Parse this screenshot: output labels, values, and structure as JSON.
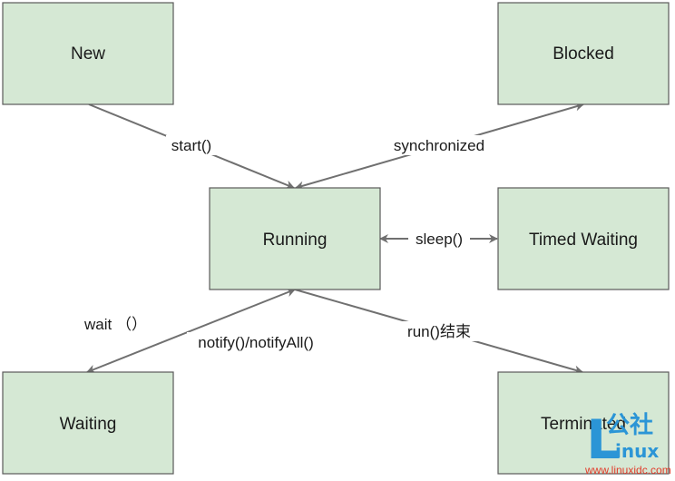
{
  "states": [
    {
      "id": "new",
      "label": "New"
    },
    {
      "id": "blocked",
      "label": "Blocked"
    },
    {
      "id": "running",
      "label": "Running"
    },
    {
      "id": "timed-waiting",
      "label": "Timed Waiting"
    },
    {
      "id": "waiting",
      "label": "Waiting"
    },
    {
      "id": "terminated",
      "label": "Terminated"
    }
  ],
  "transitions": [
    {
      "id": "start",
      "label": "start()"
    },
    {
      "id": "synchronized",
      "label": "synchronized"
    },
    {
      "id": "sleep",
      "label": "sleep()"
    },
    {
      "id": "wait",
      "label": "wait （）"
    },
    {
      "id": "notify",
      "label": "notify()/notifyAll()"
    },
    {
      "id": "run-end",
      "label": "run()结束"
    }
  ],
  "colors": {
    "box_fill": "#d5e8d4",
    "box_stroke": "#5a5a5a",
    "arrow": "#707070",
    "watermark_blue": "#2b95d6",
    "watermark_red": "#e23b2a"
  },
  "watermark": {
    "big_letter": "L",
    "cn_text": "公社",
    "inux": "inux",
    "url": "www.linuxidc.com"
  }
}
